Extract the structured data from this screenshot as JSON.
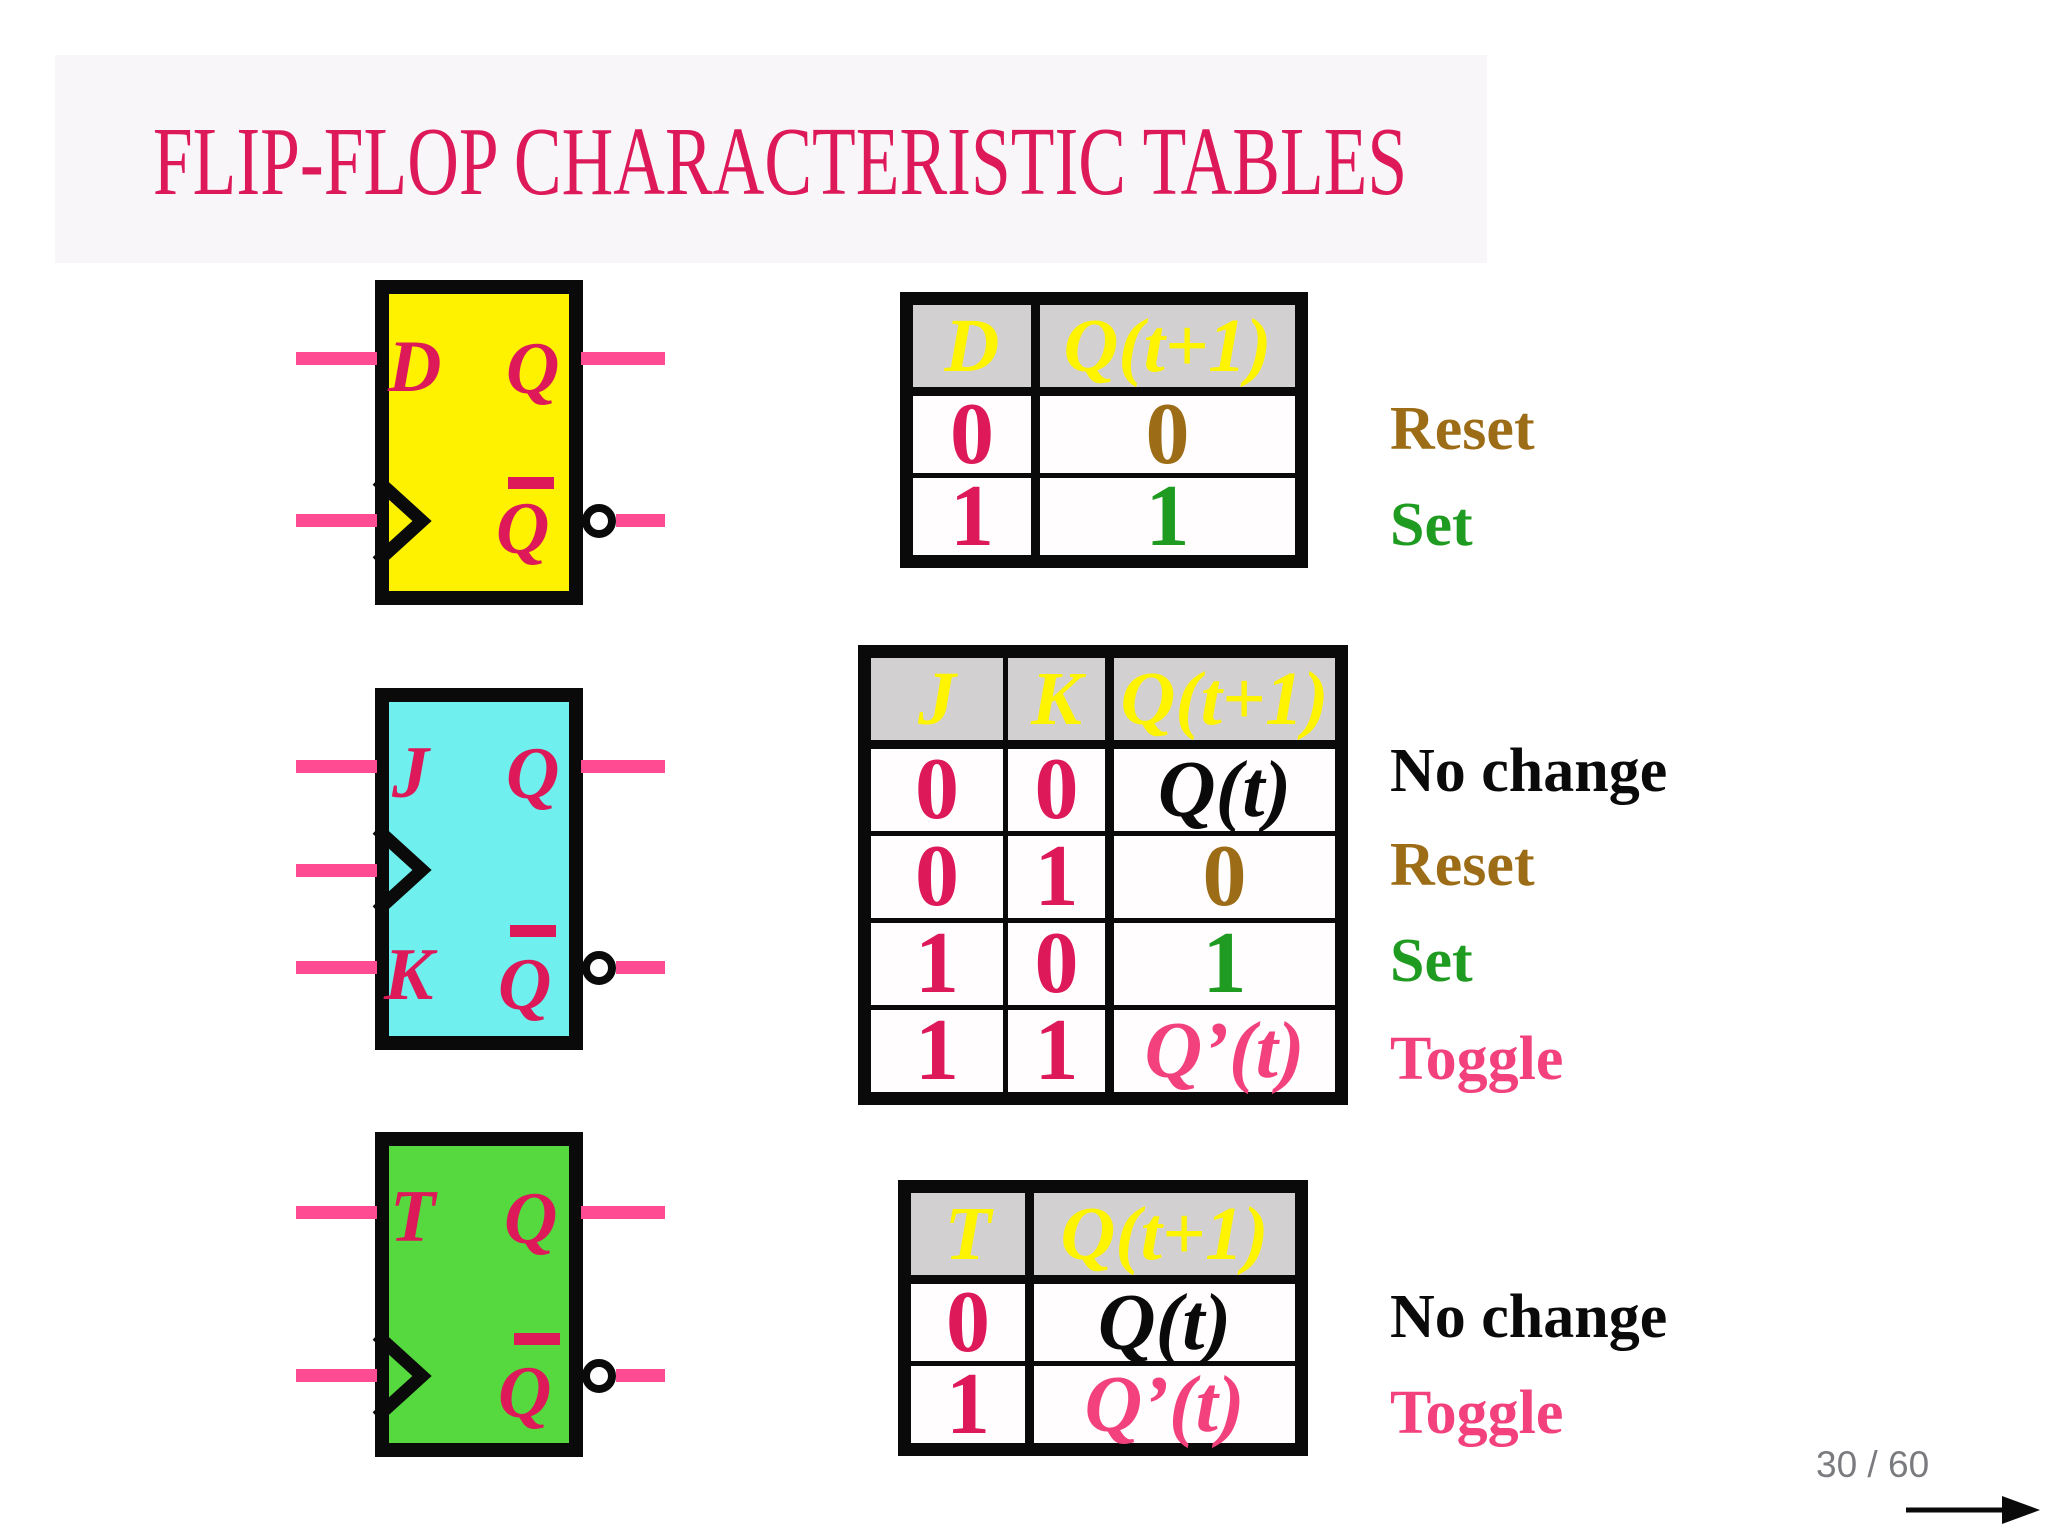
{
  "slide": {
    "title": "FLIP-FLOP CHARACTERISTIC TABLES",
    "page_indicator": "30 / 60"
  },
  "flipflops": [
    {
      "type": "D",
      "pins": {
        "input": "D",
        "output": "Q",
        "output_complement": "Q"
      }
    },
    {
      "type": "JK",
      "pins": {
        "input_j": "J",
        "input_k": "K",
        "output": "Q",
        "output_complement": "Q"
      }
    },
    {
      "type": "T",
      "pins": {
        "input": "T",
        "output": "Q",
        "output_complement": "Q"
      }
    }
  ],
  "tables": {
    "d": {
      "headers": [
        "D",
        "Q(t+1)"
      ],
      "rows": [
        [
          "0",
          "0"
        ],
        [
          "1",
          "1"
        ]
      ],
      "annotations": [
        "Reset",
        "Set"
      ]
    },
    "jk": {
      "headers": [
        "J",
        "K",
        "Q(t+1)"
      ],
      "rows": [
        [
          "0",
          "0",
          "Q(t)"
        ],
        [
          "0",
          "1",
          "0"
        ],
        [
          "1",
          "0",
          "1"
        ],
        [
          "1",
          "1",
          "Q’(t)"
        ]
      ],
      "annotations": [
        "No change",
        "Reset",
        "Set",
        "Toggle"
      ]
    },
    "t": {
      "headers": [
        "T",
        "Q(t+1)"
      ],
      "rows": [
        [
          "0",
          "Q(t)"
        ],
        [
          "1",
          "Q’(t)"
        ]
      ],
      "annotations": [
        "No change",
        "Toggle"
      ]
    }
  },
  "colors": {
    "title": "#DD1959",
    "wire_pink": "#FF4B92",
    "d_ff_fill": "#FEF200",
    "jk_ff_fill": "#6FF0EE",
    "t_ff_fill": "#56D93F",
    "table_header_bg": "#D2D0D0",
    "table_header_text": "#FEF400",
    "value_input": "#DD1959",
    "value_reset": "#9C6C16",
    "value_set": "#1E9B20",
    "value_no_change": "#0a0a0a",
    "value_toggle": "#F2417C",
    "page_indicator": "#7A7B7E"
  }
}
